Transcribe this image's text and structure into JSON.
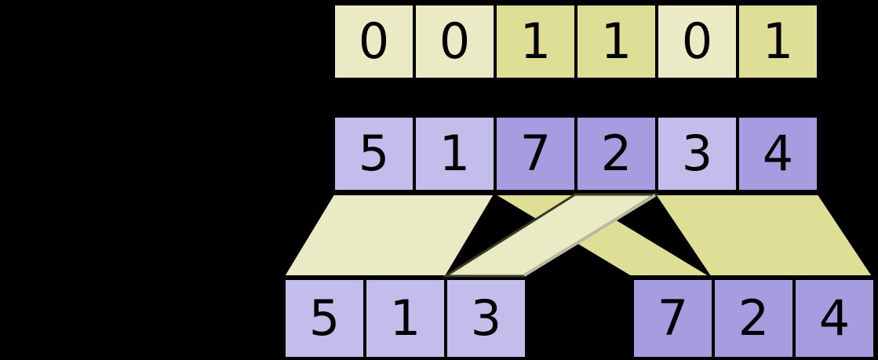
{
  "diagram": {
    "title": "stable-partition-by-flag",
    "colors": {
      "background": "#000000",
      "flag_zero_fill": "#eaebc5",
      "flag_one_fill": "#dede97",
      "value_zero_fill": "#c3bdec",
      "value_one_fill": "#a79ce0",
      "stroke": "#000000",
      "band_edge_dark": "#3a3a22",
      "band_edge_light": "#b9bba0"
    },
    "rows": [
      {
        "name": "flags-row",
        "cells": [
          {
            "text": "0",
            "flag": 0
          },
          {
            "text": "0",
            "flag": 0
          },
          {
            "text": "1",
            "flag": 1
          },
          {
            "text": "1",
            "flag": 1
          },
          {
            "text": "0",
            "flag": 0
          },
          {
            "text": "1",
            "flag": 1
          }
        ]
      },
      {
        "name": "values-row",
        "cells": [
          {
            "text": "5",
            "flag": 0
          },
          {
            "text": "1",
            "flag": 0
          },
          {
            "text": "7",
            "flag": 1
          },
          {
            "text": "2",
            "flag": 1
          },
          {
            "text": "3",
            "flag": 0
          },
          {
            "text": "4",
            "flag": 1
          }
        ]
      },
      {
        "name": "result-row-left-group",
        "cells": [
          {
            "text": "5",
            "flag": 0
          },
          {
            "text": "1",
            "flag": 0
          },
          {
            "text": "3",
            "flag": 0
          }
        ]
      },
      {
        "name": "result-row-right-group",
        "cells": [
          {
            "text": "7",
            "flag": 1
          },
          {
            "text": "2",
            "flag": 1
          },
          {
            "text": "4",
            "flag": 1
          }
        ]
      }
    ],
    "flows": [
      {
        "name": "flow-zero-block-51",
        "from_indices": [
          0,
          1
        ],
        "to_group": "left",
        "fill": "#eaebc5"
      },
      {
        "name": "flow-one-block-72",
        "from_indices": [
          2,
          3
        ],
        "to_group": "right",
        "fill": "#dede97"
      },
      {
        "name": "flow-zero-single-3",
        "from_indices": [
          4
        ],
        "to_group": "left",
        "fill": "#eaebc5"
      },
      {
        "name": "flow-one-single-4",
        "from_indices": [
          5
        ],
        "to_group": "right",
        "fill": "#dede97"
      }
    ]
  }
}
